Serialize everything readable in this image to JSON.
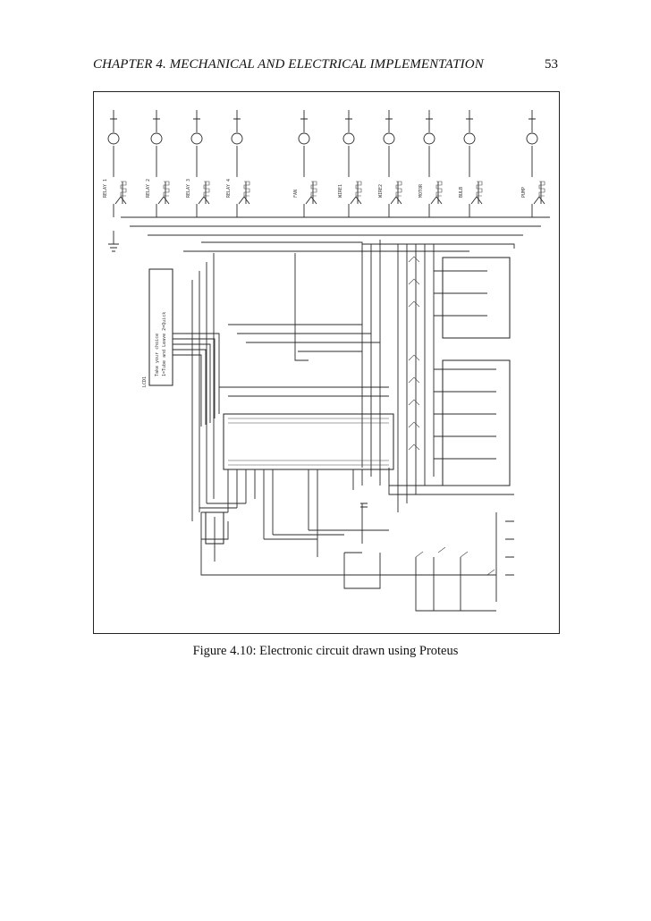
{
  "header": {
    "chapter": "CHAPTER 4.  MECHANICAL AND ELECTRICAL IMPLEMENTATION",
    "page_number": "53"
  },
  "figure": {
    "label": "Figure 4.10:",
    "caption": "Electronic circuit drawn using Proteus",
    "lcd_line1": "Take your choice",
    "lcd_line2": "1=Tube and Leave   2=Quick",
    "lcd_label": "LCD1",
    "relays": [
      "RELAY 1",
      "RELAY 2",
      "RELAY 3",
      "RELAY 4",
      "FAN",
      "WIRE1",
      "WIRE2",
      "MOTOR",
      "BULB",
      "PUMP"
    ]
  }
}
